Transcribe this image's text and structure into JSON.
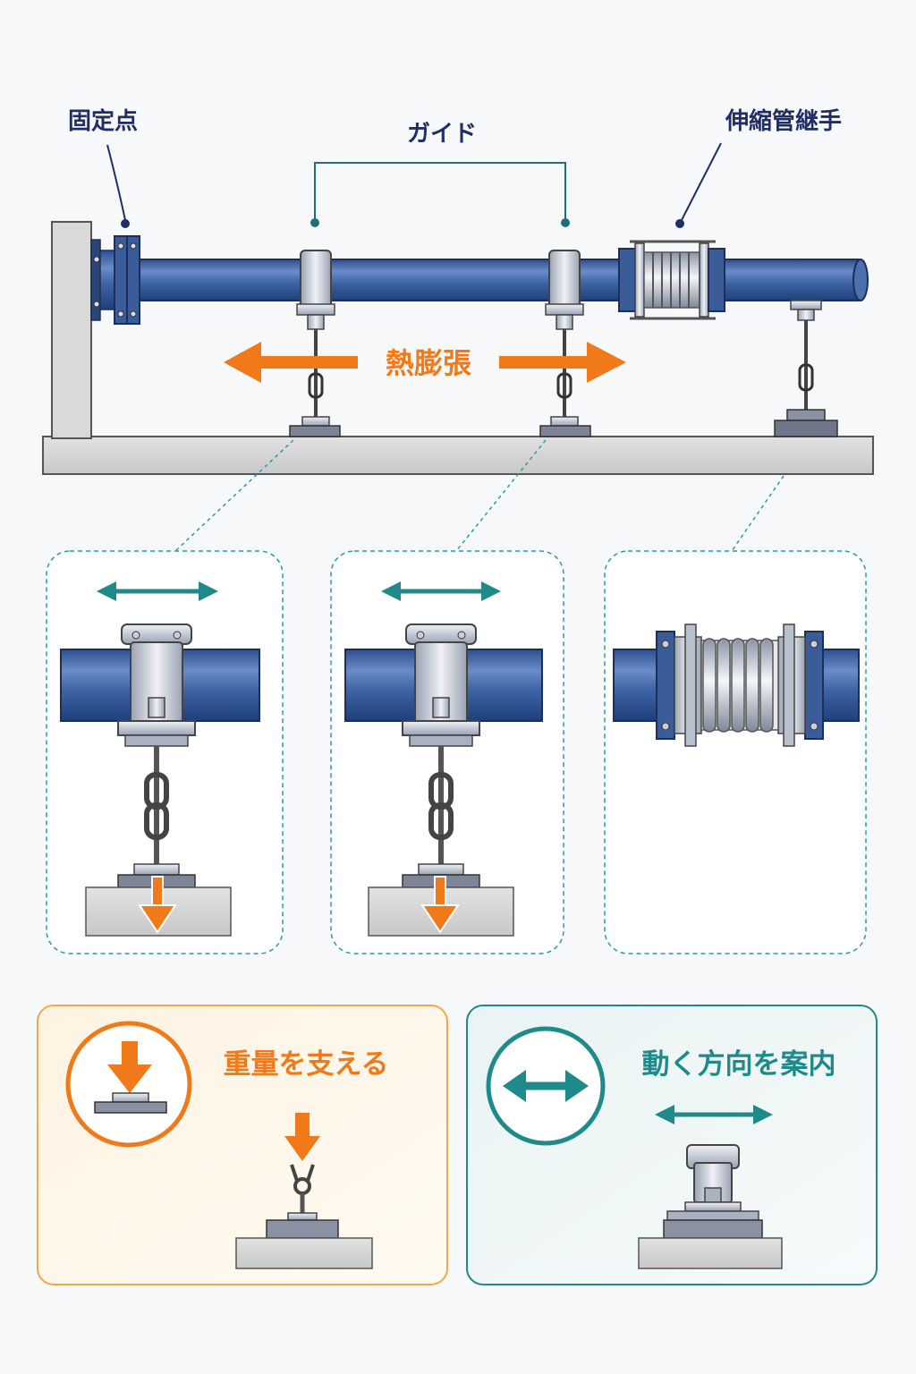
{
  "labels": {
    "fixed_point": "固定点",
    "guide": "ガイド",
    "expansion_joint": "伸縮管継手",
    "thermal_expansion": "熱膨張"
  },
  "legend": {
    "support_weight": "重量を支える",
    "guide_direction": "動く方向を案内"
  },
  "colors": {
    "pipe": "#3f66a6",
    "pipe_dark": "#1f3f7a",
    "orange": "#f07a1a",
    "teal": "#1f8a8a",
    "navy": "#1f2f66",
    "ground": "#d6d6d6",
    "steel": "#c4cad6"
  },
  "icons": [
    "down-arrow-icon",
    "double-arrow-icon",
    "chain-icon"
  ]
}
